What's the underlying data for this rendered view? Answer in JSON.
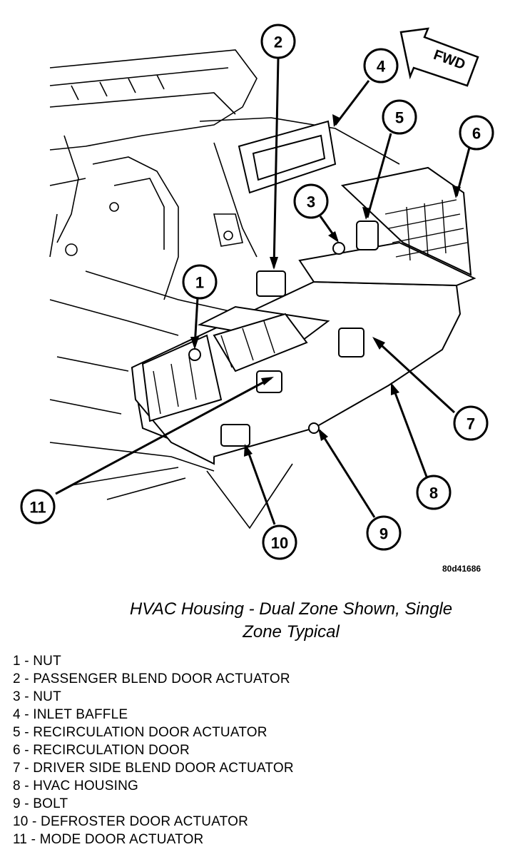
{
  "figure": {
    "fwd_label": "FWD",
    "code": "80d41686",
    "caption_line1": "HVAC Housing - Dual Zone Shown, Single",
    "caption_line2": "Zone Typical"
  },
  "callouts": [
    "1",
    "2",
    "3",
    "4",
    "5",
    "6",
    "7",
    "8",
    "9",
    "10",
    "11"
  ],
  "legend": [
    "1 - NUT",
    "2 - PASSENGER BLEND DOOR ACTUATOR",
    "3 - NUT",
    "4 - INLET BAFFLE",
    "5 - RECIRCULATION DOOR ACTUATOR",
    "6 - RECIRCULATION DOOR",
    "7 - DRIVER SIDE BLEND DOOR ACTUATOR",
    "8 - HVAC HOUSING",
    "9 - BOLT",
    "10 - DEFROSTER DOOR ACTUATOR",
    "11 - MODE DOOR ACTUATOR"
  ]
}
